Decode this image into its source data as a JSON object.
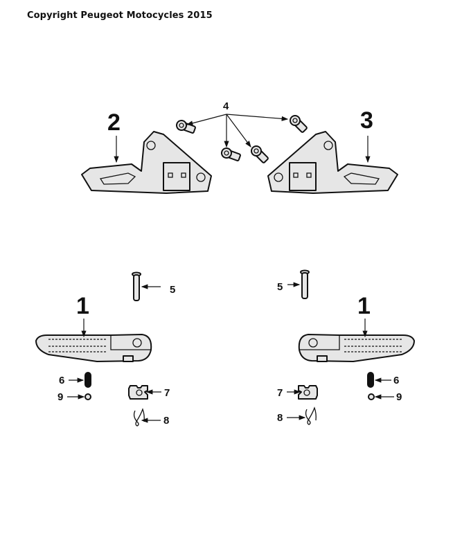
{
  "copyright": "Copyright Peugeot Motocycles 2015",
  "callouts": {
    "footpeg_left": "1",
    "footpeg_right": "1",
    "bracket_left": "2",
    "bracket_right": "3",
    "bolts": "4",
    "pin_left": "5",
    "pin_right": "5",
    "spring_left": "6",
    "spring_right": "6",
    "washer_left": "7",
    "washer_right": "7",
    "clip_left": "8",
    "clip_right": "8",
    "ball_left": "9",
    "ball_right": "9"
  }
}
